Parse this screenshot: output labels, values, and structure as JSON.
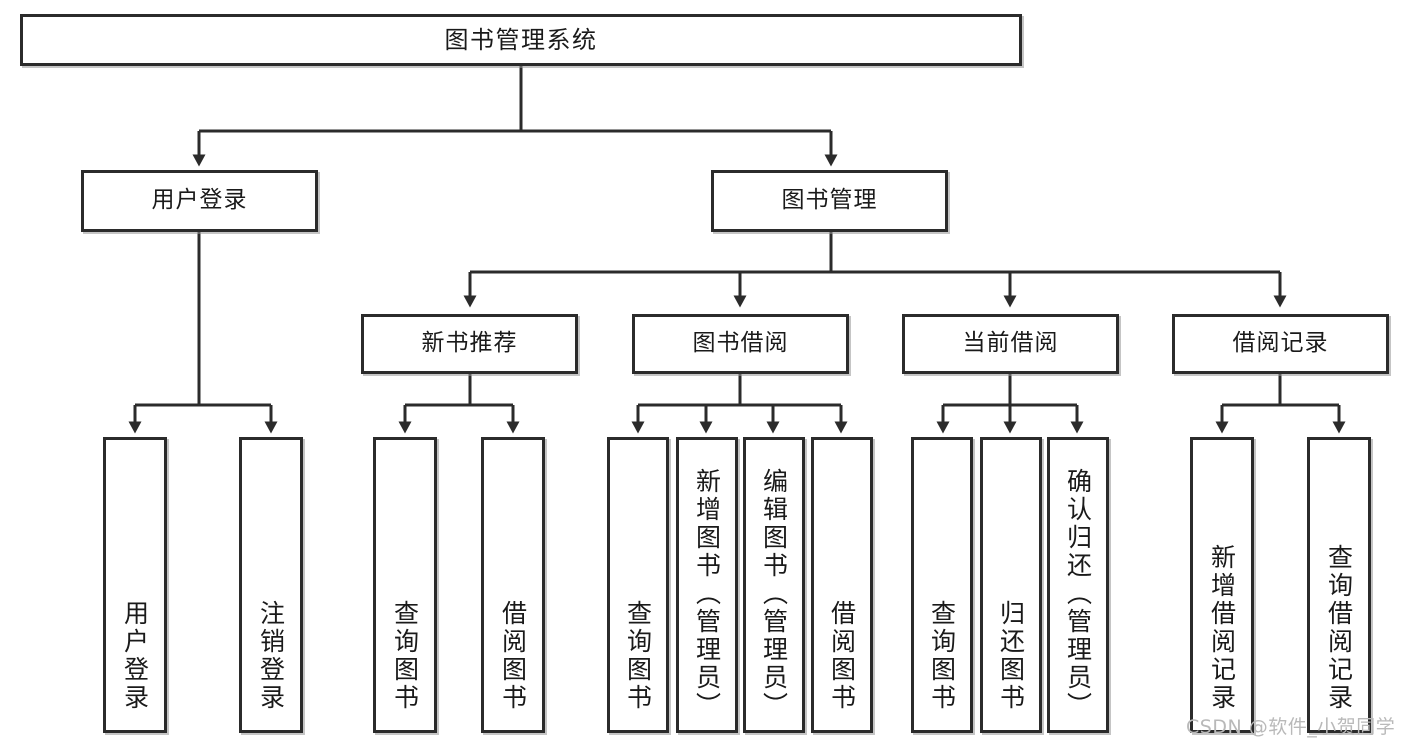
{
  "diagram": {
    "title": "图书管理系统",
    "type": "功能结构图",
    "watermark": "CSDN @软件_小贺同学",
    "line_color": "#2b2b2b",
    "box_fill": "#ffffff",
    "background": "#ffffff"
  },
  "nodes": {
    "root": {
      "label": "图书管理系统"
    },
    "tier2": [
      {
        "label": "用户登录"
      },
      {
        "label": "图书管理"
      }
    ],
    "tier3": [
      {
        "label": "新书推荐"
      },
      {
        "label": "图书借阅"
      },
      {
        "label": "当前借阅"
      },
      {
        "label": "借阅记录"
      }
    ],
    "leaves_user_login": [
      {
        "label": "用户登录"
      },
      {
        "label": "注销登录"
      }
    ],
    "leaves_new_book": [
      {
        "label": "查询图书"
      },
      {
        "label": "借阅图书"
      }
    ],
    "leaves_borrow": [
      {
        "label": "查询图书"
      },
      {
        "label": "新增图书（管理员）"
      },
      {
        "label": "编辑图书（管理员）"
      },
      {
        "label": "借阅图书"
      }
    ],
    "leaves_current": [
      {
        "label": "查询图书"
      },
      {
        "label": "归还图书"
      },
      {
        "label": "确认归还（管理员）"
      }
    ],
    "leaves_records": [
      {
        "label": "新增借阅记录"
      },
      {
        "label": "查询借阅记录"
      }
    ]
  }
}
